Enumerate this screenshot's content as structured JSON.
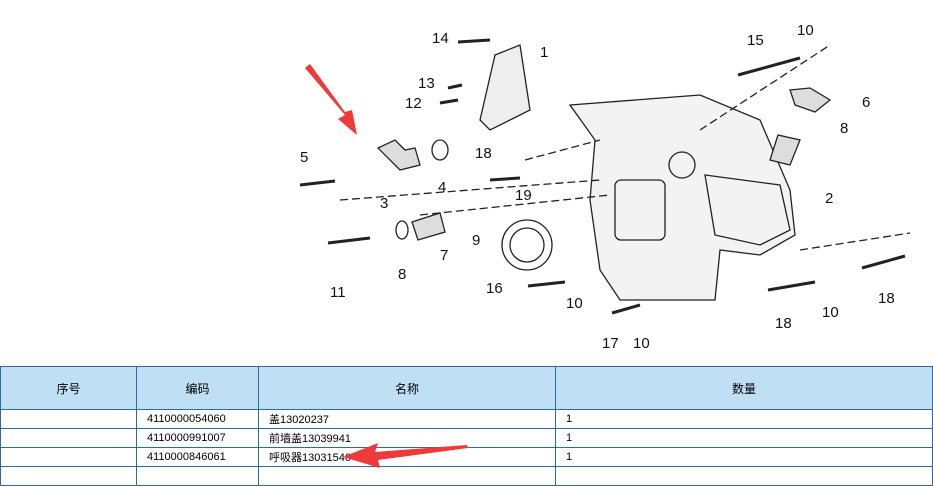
{
  "diagram": {
    "part_labels": [
      "1",
      "2",
      "3",
      "4",
      "5",
      "6",
      "7",
      "8",
      "8",
      "9",
      "10",
      "10",
      "10",
      "10",
      "11",
      "12",
      "13",
      "14",
      "15",
      "16",
      "17",
      "18",
      "18",
      "18",
      "19"
    ]
  },
  "table": {
    "headers": [
      "序号",
      "编码",
      "名称",
      "数量"
    ],
    "rows": [
      {
        "no": "",
        "code": "4110000054060",
        "name": "盖13020237",
        "qty": "1"
      },
      {
        "no": "",
        "code": "4110000991007",
        "name": "前墙盖13039941",
        "qty": "1"
      },
      {
        "no": "",
        "code": "4110000846061",
        "name": "呼吸器13031546",
        "qty": "1"
      }
    ]
  },
  "colors": {
    "header_bg": "#bfdff5",
    "border": "#2f6aa3",
    "arrow": "#f03a3a"
  }
}
